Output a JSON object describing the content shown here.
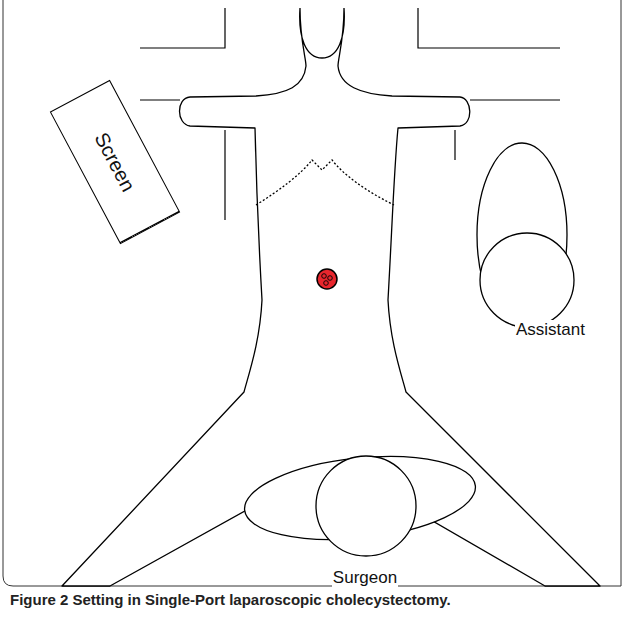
{
  "diagram": {
    "caption": "Figure 2 Setting in Single-Port laparoscopic cholecystectomy.",
    "nodes": [
      {
        "text": [
          "Screen"
        ]
      },
      {
        "text": [
          "Assistant"
        ]
      },
      {
        "text": [
          "Surgeon"
        ]
      }
    ]
  }
}
